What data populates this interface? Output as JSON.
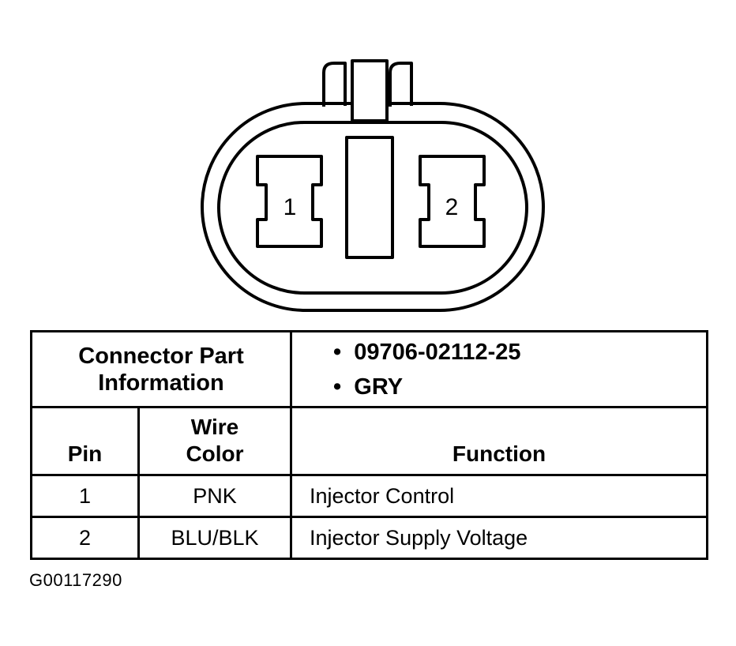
{
  "connector": {
    "pin_1": "1",
    "pin_2": "2"
  },
  "table": {
    "part_info_label_line1": "Connector Part",
    "part_info_label_line2": "Information",
    "part_number": "09706-02112-25",
    "connector_color": "GRY",
    "bullet": "•",
    "headers": {
      "pin": "Pin",
      "wire_color_line1": "Wire",
      "wire_color_line2": "Color",
      "function": "Function"
    },
    "rows": [
      {
        "pin": "1",
        "wire_color": "PNK",
        "function": "Injector Control"
      },
      {
        "pin": "2",
        "wire_color": "BLU/BLK",
        "function": "Injector Supply Voltage"
      }
    ]
  },
  "figure_id": "G00117290"
}
